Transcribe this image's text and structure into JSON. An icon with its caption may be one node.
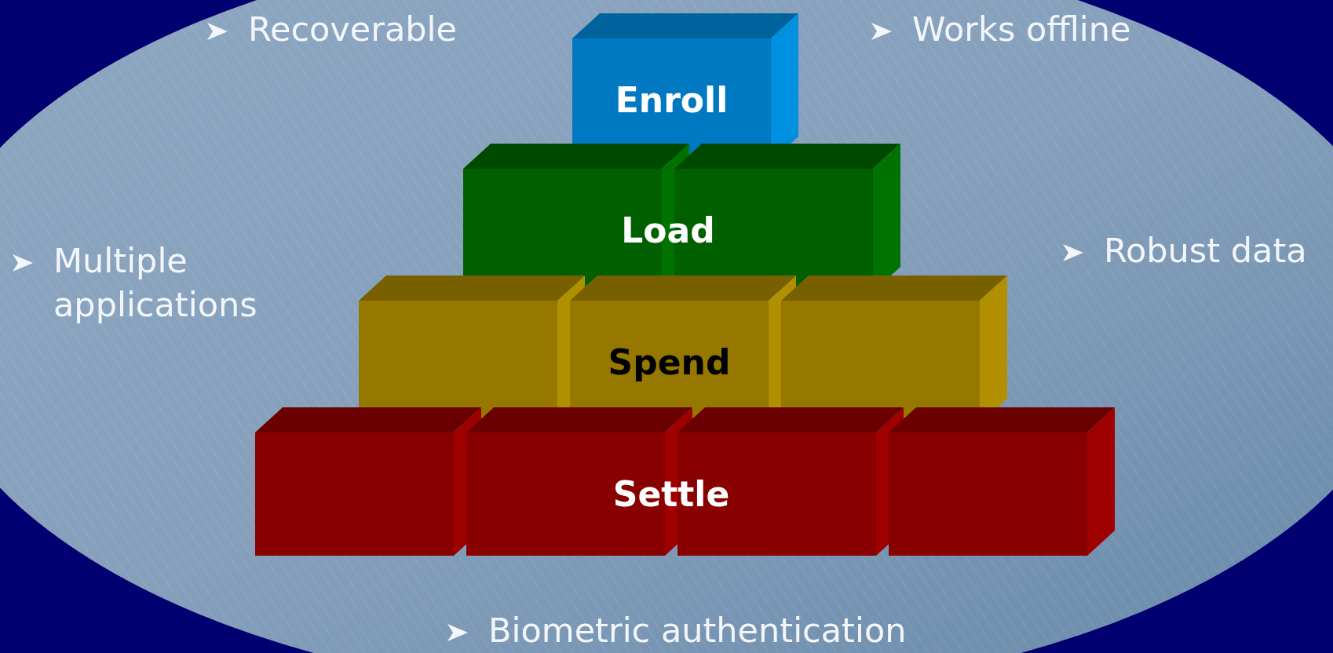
{
  "diagram": {
    "nodes": [
      {
        "text": [
          "Enroll"
        ]
      },
      {
        "text": [
          "Load"
        ]
      },
      {
        "text": [
          "Spend"
        ]
      },
      {
        "text": [
          "Settle"
        ]
      }
    ],
    "labels": [
      "Recoverable",
      "Works offline",
      "Multiple applications",
      "Robust data",
      "Biometric authentication"
    ]
  }
}
